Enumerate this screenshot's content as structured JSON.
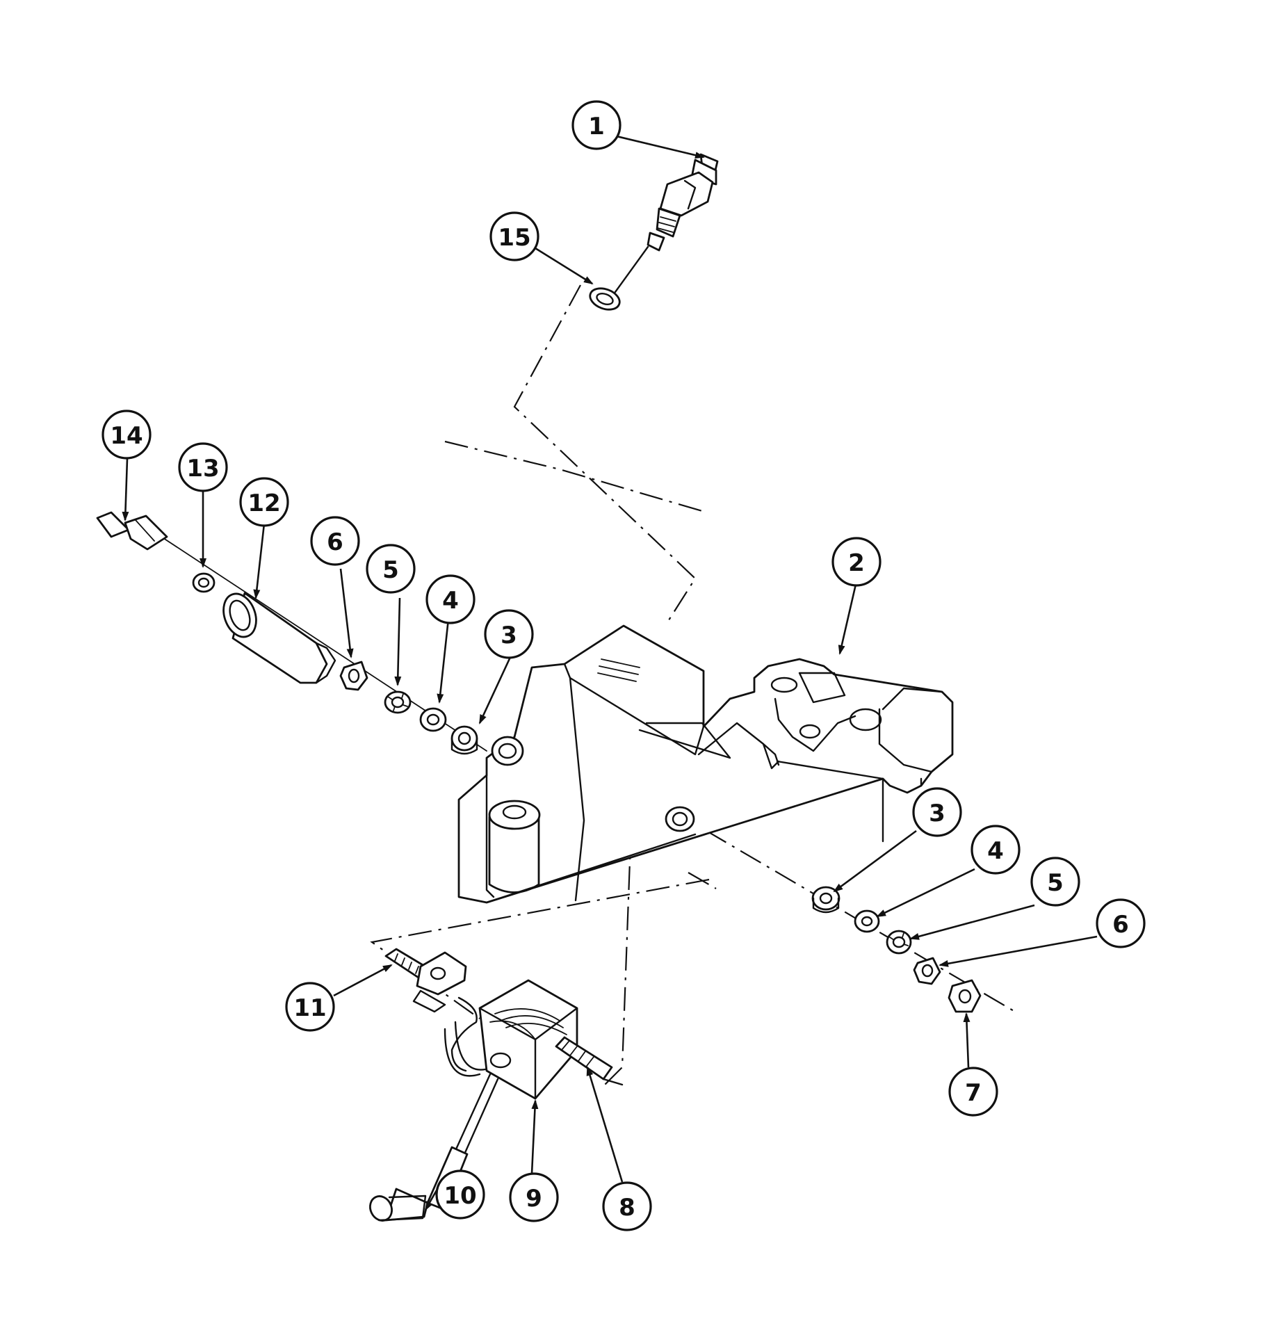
{
  "callouts": [
    {
      "label": "1"
    },
    {
      "label": "2"
    },
    {
      "label": "3"
    },
    {
      "label": "3"
    },
    {
      "label": "4"
    },
    {
      "label": "4"
    },
    {
      "label": "5"
    },
    {
      "label": "5"
    },
    {
      "label": "6"
    },
    {
      "label": "6"
    },
    {
      "label": "7"
    },
    {
      "label": "8"
    },
    {
      "label": "9"
    },
    {
      "label": "10"
    },
    {
      "label": "11"
    },
    {
      "label": "12"
    },
    {
      "label": "13"
    },
    {
      "label": "14"
    },
    {
      "label": "15"
    }
  ]
}
